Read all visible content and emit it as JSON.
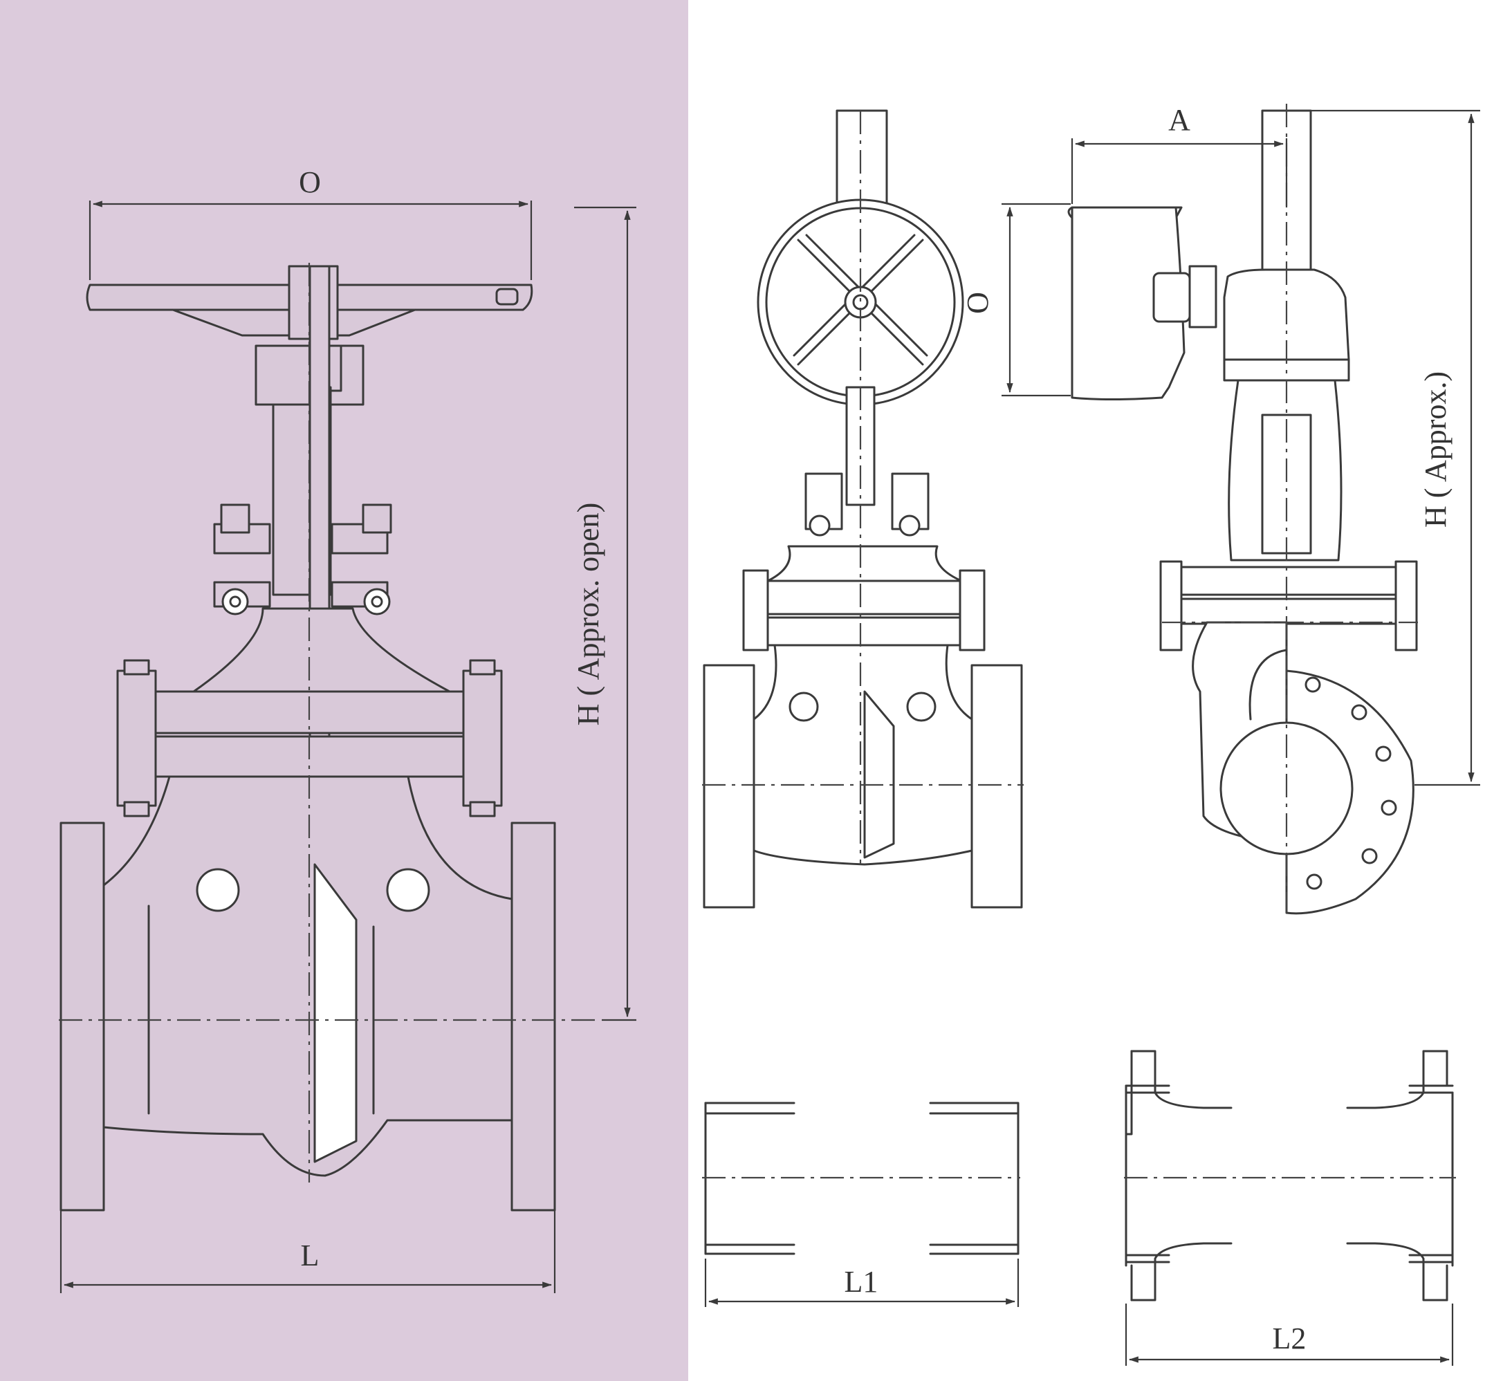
{
  "colors": {
    "panel_background": "#dccbdc",
    "line": "#3a3a3a",
    "page_background": "#ffffff"
  },
  "manual_valve": {
    "dim_handwheel": "O",
    "dim_height": "H ( Approx. open)",
    "dim_length": "L"
  },
  "gear_operated_valve": {
    "dim_offset": "A",
    "dim_handwheel": "O",
    "dim_height": "H ( Approx.)"
  },
  "butt_weld_end": {
    "dim_length": "L1"
  },
  "rtj_flange_end": {
    "dim_length": "L2"
  }
}
